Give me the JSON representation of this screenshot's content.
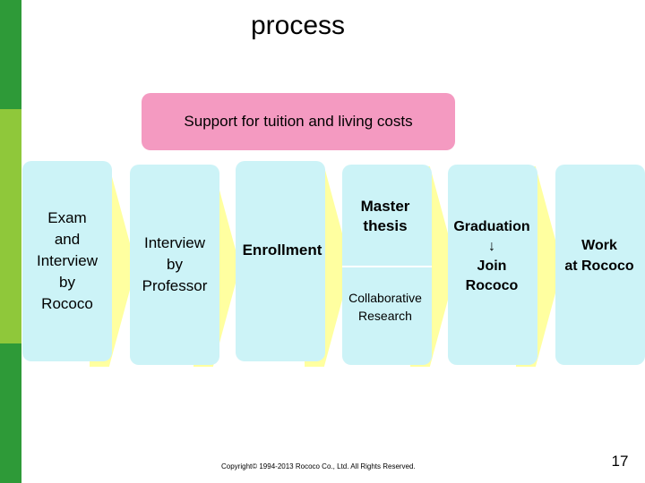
{
  "slide": {
    "title": "process",
    "support_banner": "Support for tuition and living costs",
    "steps": {
      "exam": "Exam\nand\nInterview\nby\nRococo",
      "professor": "Interview\nby\nProfessor",
      "enrollment": "Enrollment",
      "master": "Master\nthesis",
      "collab": "Collaborative\nResearch",
      "graduation": "Graduation\n↓\nJoin\nRococo",
      "work": "Work\nat Rococo"
    },
    "copyright": "Copyright© 1994-2013 Rococo Co., Ltd. All Rights Reserved.",
    "page_number": "17"
  },
  "colors": {
    "bar_dark": "#2e9a38",
    "bar_light": "#8fc83a",
    "banner": "#f49ac1",
    "box": "#ccf3f7",
    "arrow": "#ffffa0"
  }
}
